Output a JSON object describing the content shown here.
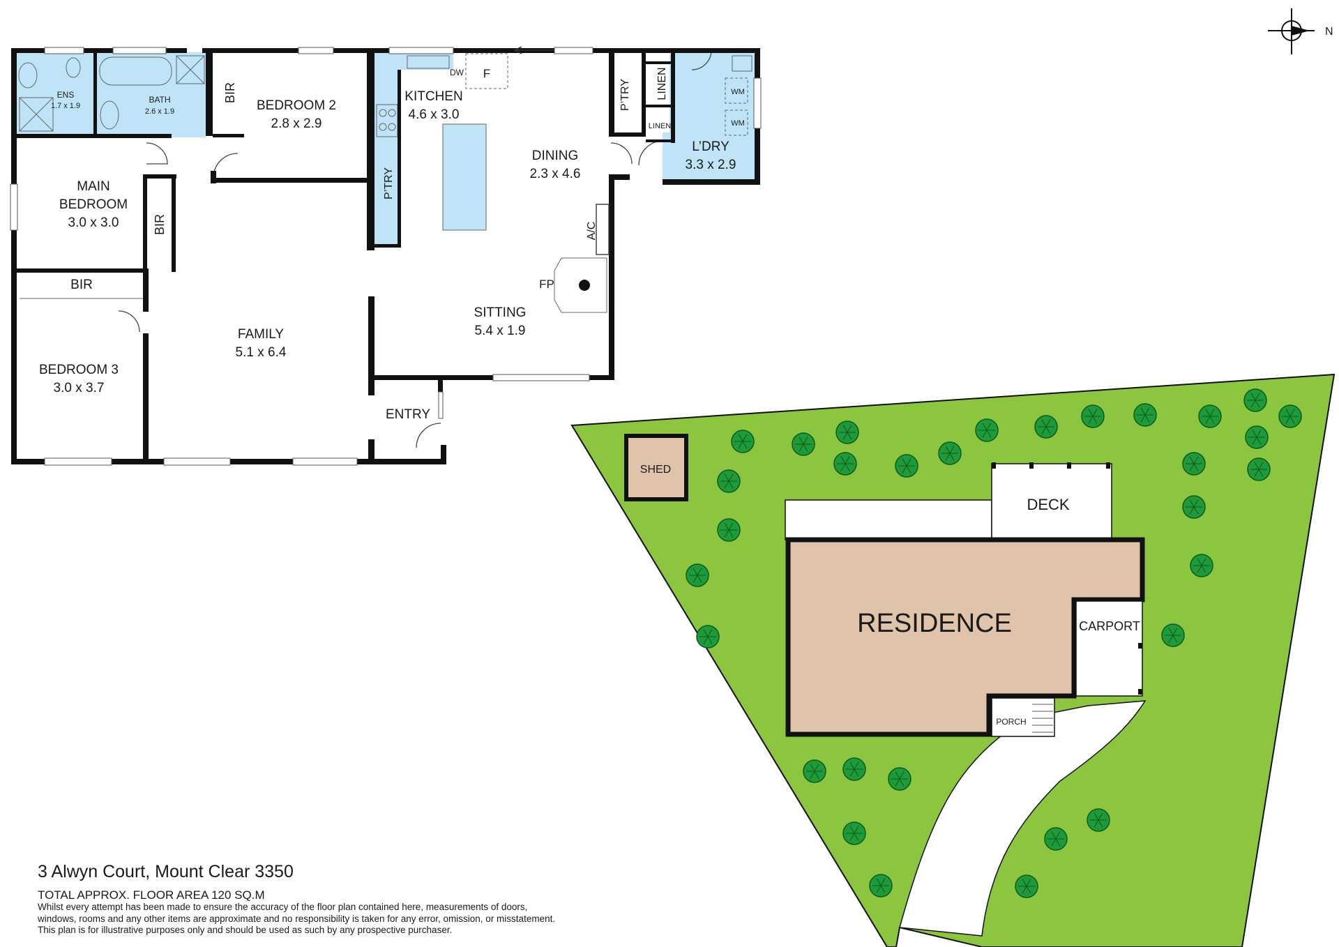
{
  "compass": {
    "north_label": "N"
  },
  "floor_plan": {
    "rooms": {
      "ensuite": {
        "name": "ENS",
        "size": "1.7 x 1.9"
      },
      "bath": {
        "name": "BATH",
        "size": "2.6 x 1.9"
      },
      "bedroom2": {
        "name": "BEDROOM 2",
        "size": "2.8 x 2.9"
      },
      "kitchen": {
        "name": "KITCHEN",
        "size": "4.6 x 3.0"
      },
      "dining": {
        "name": "DINING",
        "size": "2.3 x 4.6"
      },
      "laundry": {
        "name": "L’DRY",
        "size": "3.3 x 2.9"
      },
      "main_bedroom": {
        "name_line1": "MAIN",
        "name_line2": "BEDROOM",
        "size": "3.0 x 3.0"
      },
      "family": {
        "name": "FAMILY",
        "size": "5.1 x 6.4"
      },
      "sitting": {
        "name": "SITTING",
        "size": "5.4 x 1.9"
      },
      "bedroom3": {
        "name": "BEDROOM 3",
        "size": "3.0 x 3.7"
      },
      "entry": {
        "name": "ENTRY"
      }
    },
    "labels": {
      "bir": "BIR",
      "pantry": "P’TRY",
      "linen": "LINEN",
      "dw": "DW",
      "fridge": "F",
      "wm": "WM",
      "ac": "A/C",
      "fp": "FP"
    }
  },
  "site_plan": {
    "residence": "RESIDENCE",
    "deck": "DECK",
    "carport": "CARPORT",
    "porch": "PORCH",
    "shed": "SHED"
  },
  "footer": {
    "address": "3 Alwyn Court, Mount Clear 3350",
    "floor_area": "TOTAL APPROX. FLOOR AREA 120 SQ.M",
    "disclaimer_line1": "Whilst every attempt has been made to ensure the accuracy of the floor plan contained here, measurements of doors,",
    "disclaimer_line2": "windows, rooms and any other items are approximate and no responsibility is taken for any error, omission, or misstatement.",
    "disclaimer_line3": "This plan is for illustrative purposes only and should be used as such by any prospective purchaser."
  },
  "colors": {
    "wet_area": "#bfe4f7",
    "wall": "#111111",
    "lawn": "#8cc63f",
    "residence": "#dfc3aa",
    "tree": "#1f9a3a"
  }
}
